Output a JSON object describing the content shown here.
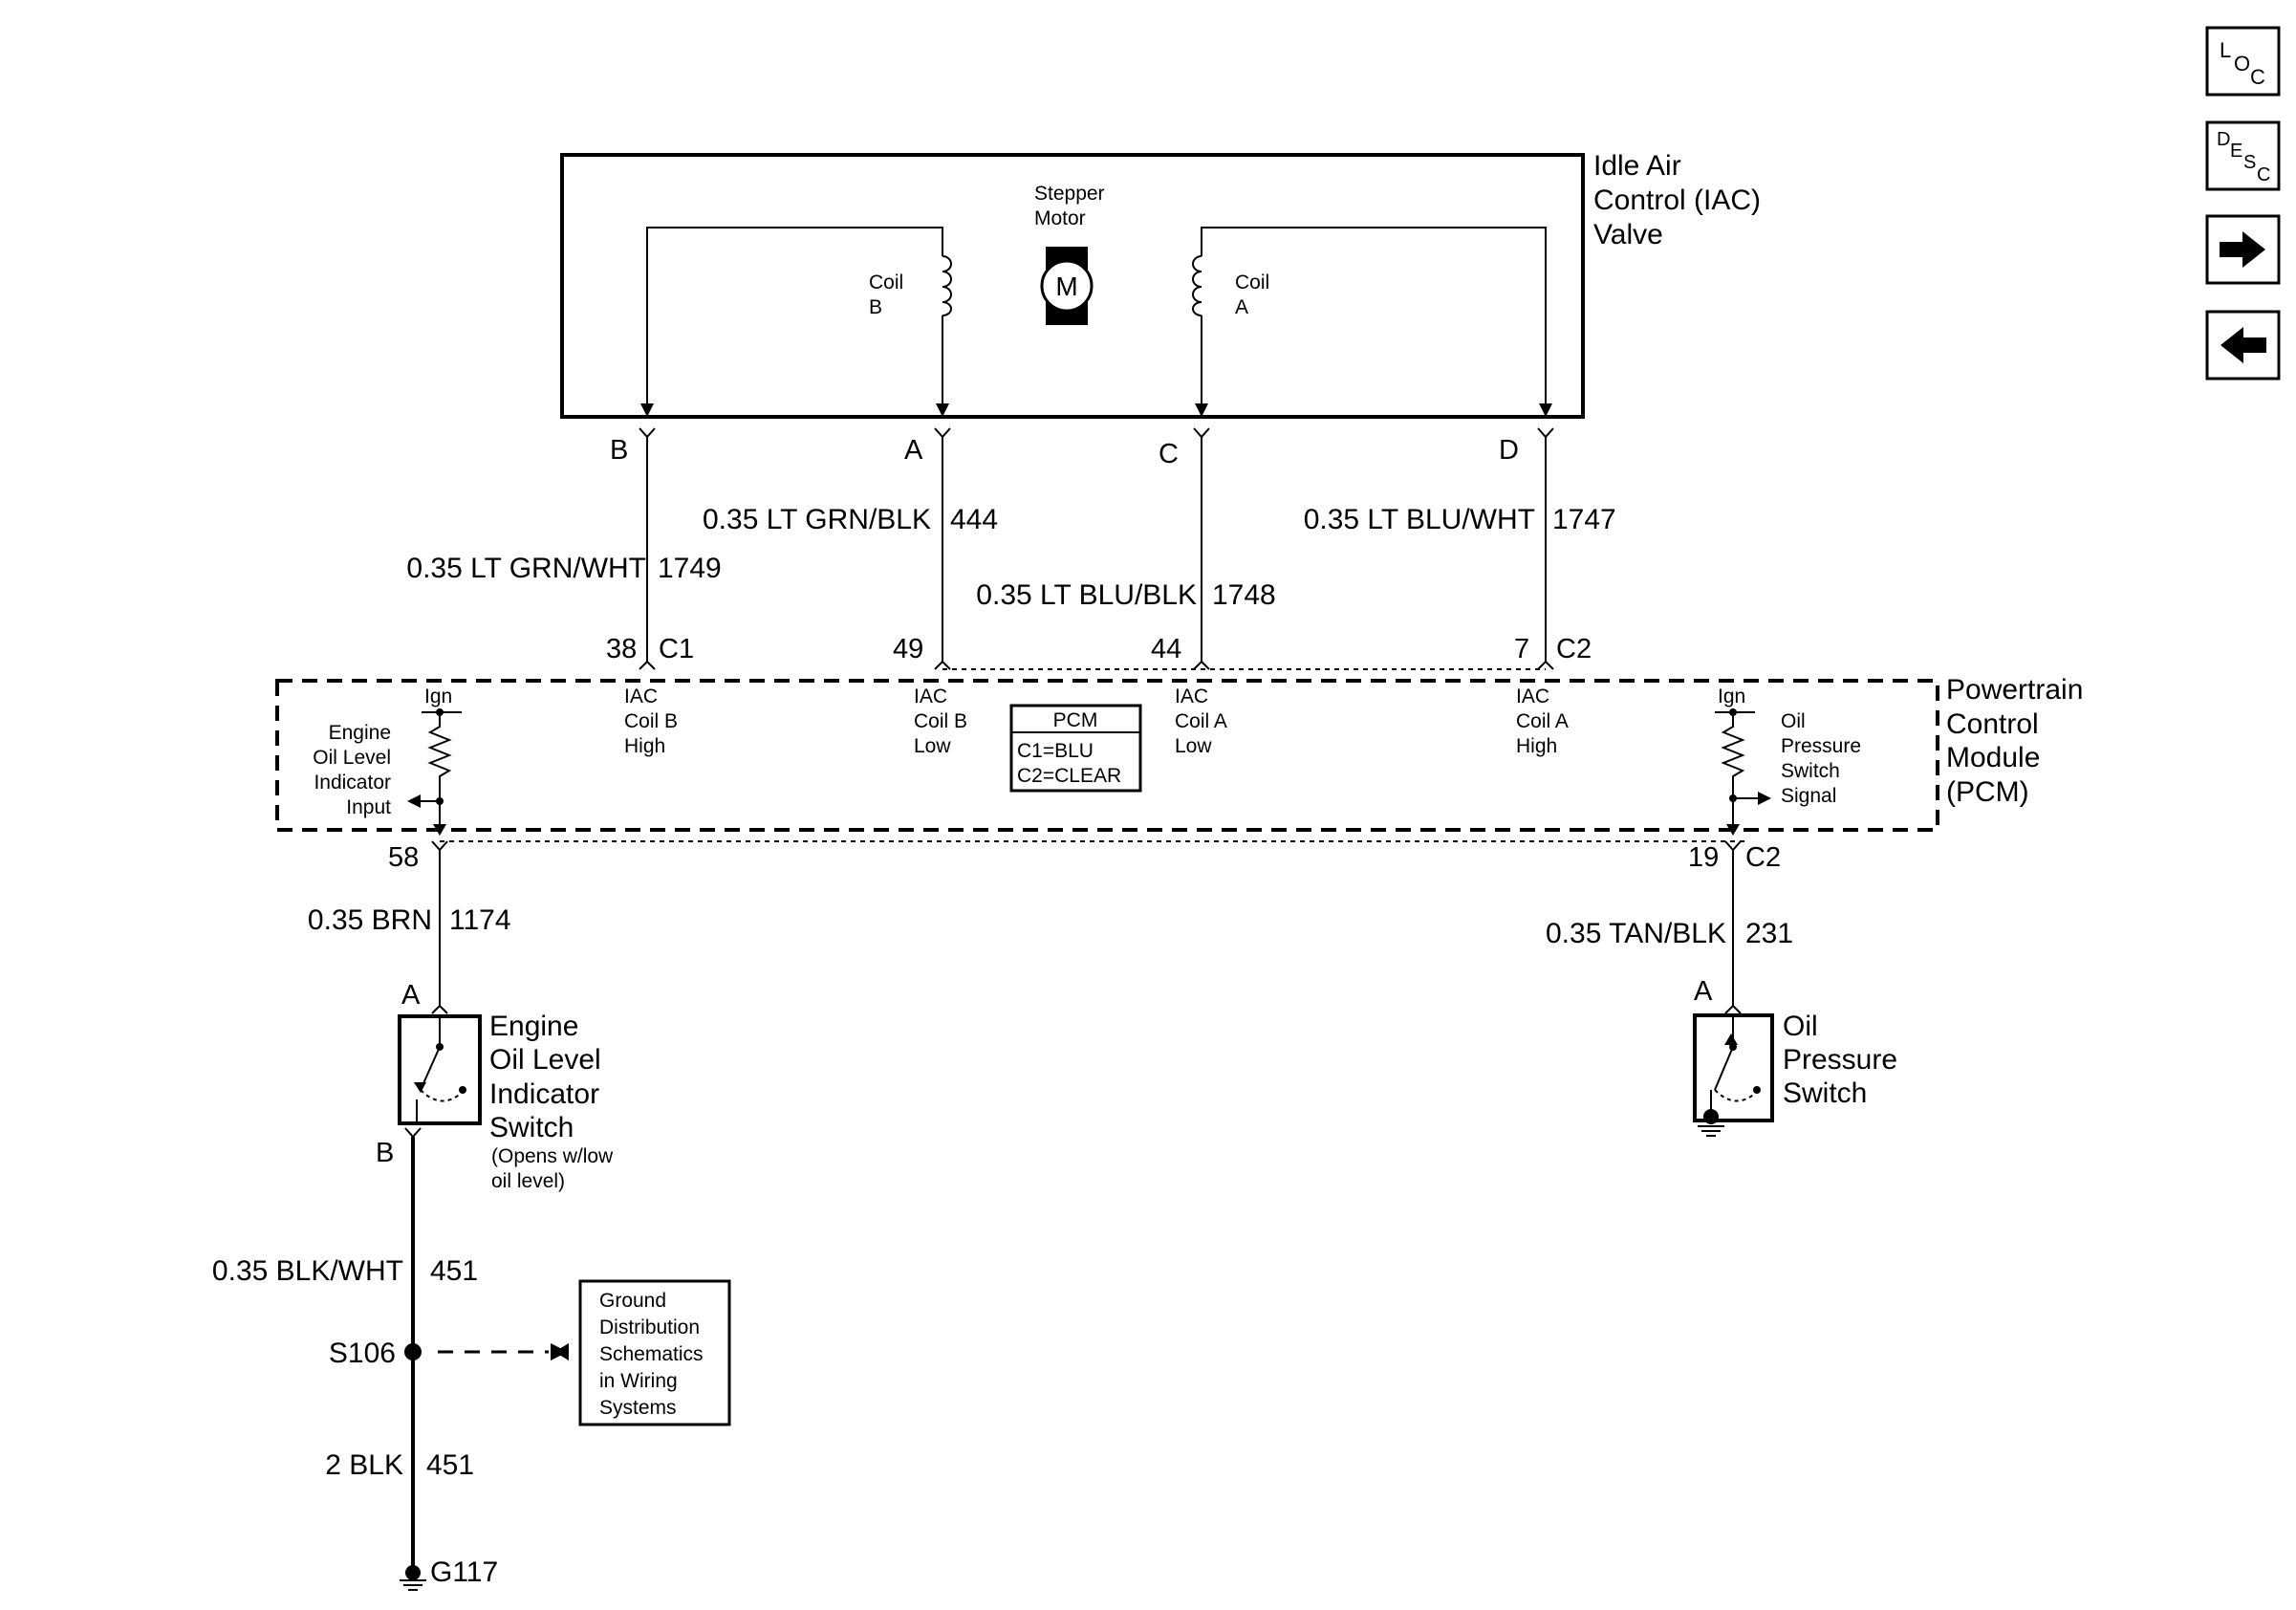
{
  "nav": {
    "loc": {
      "l": "L",
      "o": "O",
      "c": "C"
    },
    "desc": {
      "d": "D",
      "e": "E",
      "s": "S",
      "c": "C"
    },
    "forward_icon": "arrow-right-icon",
    "back_icon": "arrow-left-icon"
  },
  "iac": {
    "title": [
      "Idle Air",
      "Control (IAC)",
      "Valve"
    ],
    "motor_label": [
      "Stepper",
      "Motor"
    ],
    "motor_symbol": "M",
    "coil_b": [
      "Coil",
      "B"
    ],
    "coil_a": [
      "Coil",
      "A"
    ]
  },
  "iac_terminals": {
    "b": "B",
    "a": "A",
    "c": "C",
    "d": "D"
  },
  "wires": {
    "w1749": {
      "spec": "0.35 LT GRN/WHT",
      "circuit": "1749"
    },
    "w444": {
      "spec": "0.35 LT GRN/BLK",
      "circuit": "444"
    },
    "w1748": {
      "spec": "0.35 LT BLU/BLK",
      "circuit": "1748"
    },
    "w1747": {
      "spec": "0.35 LT BLU/WHT",
      "circuit": "1747"
    },
    "w1174": {
      "spec": "0.35 BRN",
      "circuit": "1174"
    },
    "w231": {
      "spec": "0.35 TAN/BLK",
      "circuit": "231"
    },
    "w451a": {
      "spec": "0.35 BLK/WHT",
      "circuit": "451"
    },
    "w451b": {
      "spec": "2 BLK",
      "circuit": "451"
    }
  },
  "pcm_pins": {
    "p38": "38",
    "c1": "C1",
    "p49": "49",
    "p44": "44",
    "p7": "7",
    "c2_top": "C2",
    "p58": "58",
    "p19": "19",
    "c2_bottom": "C2"
  },
  "pcm": {
    "title": [
      "Powertrain",
      "Control",
      "Module",
      "(PCM)"
    ],
    "ign_left": "Ign",
    "ign_right": "Ign",
    "oil_level_input": [
      "Engine",
      "Oil Level",
      "Indicator",
      "Input"
    ],
    "iac_b_high": [
      "IAC",
      "Coil B",
      "High"
    ],
    "iac_b_low": [
      "IAC",
      "Coil B",
      "Low"
    ],
    "iac_a_low": [
      "IAC",
      "Coil A",
      "Low"
    ],
    "iac_a_high": [
      "IAC",
      "Coil A",
      "High"
    ],
    "oil_pressure_signal": [
      "Oil",
      "Pressure",
      "Switch",
      "Signal"
    ],
    "legend_title": "PCM",
    "legend_lines": [
      "C1=BLU",
      "C2=CLEAR"
    ]
  },
  "oil_level_switch": {
    "terminal_top": "A",
    "terminal_bottom": "B",
    "title": [
      "Engine",
      "Oil Level",
      "Indicator",
      "Switch"
    ],
    "note": [
      "(Opens w/low",
      "oil level)"
    ]
  },
  "oil_pressure_switch": {
    "terminal_top": "A",
    "title": [
      "Oil",
      "Pressure",
      "Switch"
    ]
  },
  "splice": "S106",
  "ground_ref": [
    "Ground",
    "Distribution",
    "Schematics",
    "in Wiring",
    "Systems"
  ],
  "ground": "G117"
}
